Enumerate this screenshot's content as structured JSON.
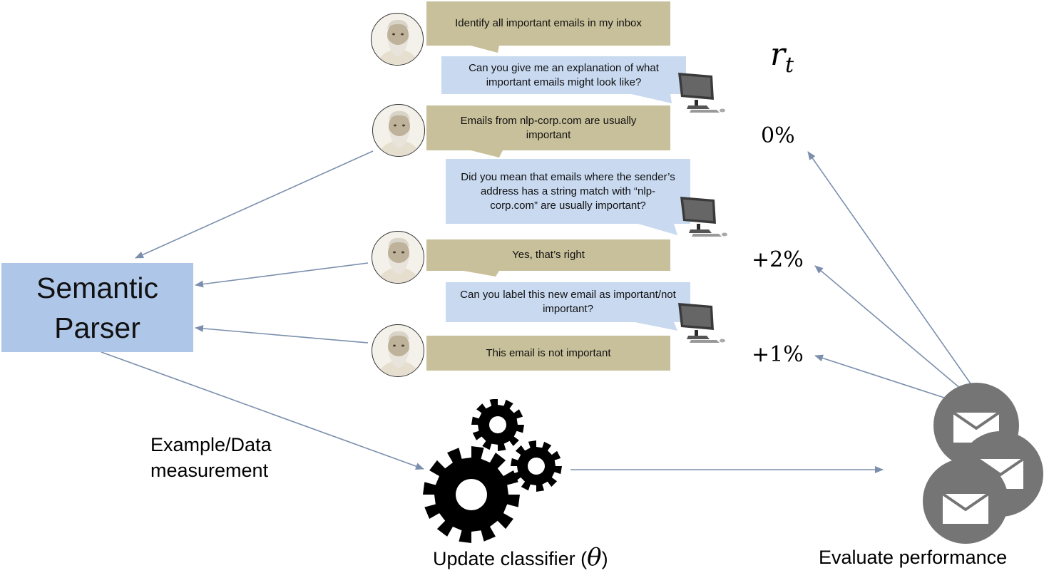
{
  "dialogue": [
    {
      "speaker": "user",
      "text": "Identify all important emails in my inbox"
    },
    {
      "speaker": "system",
      "text": "Can you give me an explanation of what important emails might look like?"
    },
    {
      "speaker": "user",
      "text": "Emails from nlp-corp.com are usually important"
    },
    {
      "speaker": "system",
      "text": "Did you mean that emails where the sender’s address has a string match with “nlp-corp.com” are usually important?"
    },
    {
      "speaker": "user",
      "text": "Yes, that’s right"
    },
    {
      "speaker": "system",
      "text": "Can you label this new email as important/not important?"
    },
    {
      "speaker": "user",
      "text": "This email is not important"
    }
  ],
  "reward": {
    "symbol": "r",
    "subscript": "t",
    "values": [
      "0%",
      "+2%",
      "+1%"
    ]
  },
  "parser": {
    "line1": "Semantic",
    "line2": "Parser"
  },
  "labels": {
    "example_line1": "Example/Data",
    "example_line2": "measurement",
    "update_text": "Update classifier (",
    "update_theta": "θ",
    "update_close": ")",
    "evaluate": "Evaluate performance"
  },
  "icons": [
    "socrates-avatar-icon",
    "computer-icon",
    "gears-icon",
    "email-icon"
  ],
  "colors": {
    "user_bubble": "#c8c09a",
    "system_bubble": "#c8d9f0",
    "parser_box": "#aec6e8",
    "arrow": "#7b8fad",
    "email_circle": "#757575"
  }
}
